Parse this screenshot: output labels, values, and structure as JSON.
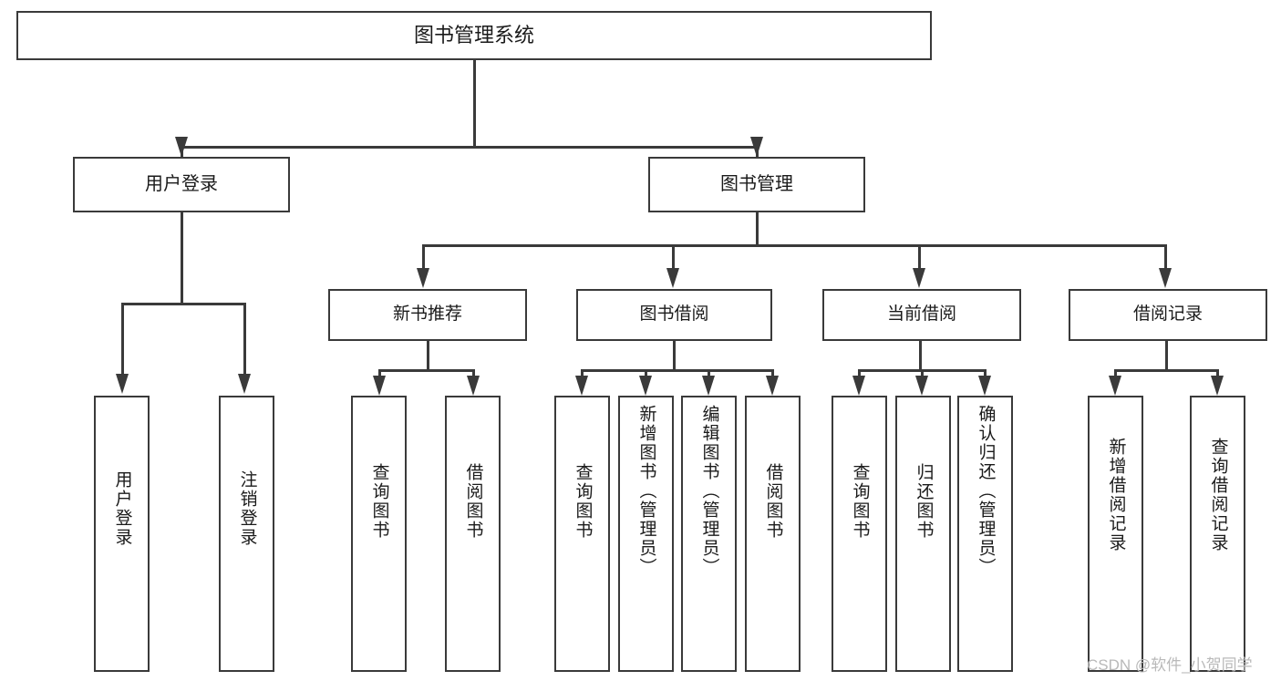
{
  "diagram": {
    "type": "tree",
    "title": "图书管理系统",
    "watermark": "CSDN @软件_小贺同学",
    "colors": {
      "background": "#ffffff",
      "stroke": "#3a3a3a",
      "text": "#1a1a1a",
      "watermark": "#b9b9b9"
    },
    "root": {
      "label": "图书管理系统"
    },
    "level2": [
      {
        "label": "用户登录"
      },
      {
        "label": "图书管理"
      }
    ],
    "level3": [
      {
        "label": "新书推荐"
      },
      {
        "label": "图书借阅"
      },
      {
        "label": "当前借阅"
      },
      {
        "label": "借阅记录"
      }
    ],
    "leaves": {
      "user_login": [
        {
          "label": "用户登录"
        },
        {
          "label": "注销登录"
        }
      ],
      "new_book_recommend": [
        {
          "label": "查询图书"
        },
        {
          "label": "借阅图书"
        }
      ],
      "book_borrow": [
        {
          "label": "查询图书"
        },
        {
          "label": "新增图书（管理员）"
        },
        {
          "label": "编辑图书（管理员）"
        },
        {
          "label": "借阅图书"
        }
      ],
      "current_borrow": [
        {
          "label": "查询图书"
        },
        {
          "label": "归还图书"
        },
        {
          "label": "确认归还（管理员）"
        }
      ],
      "borrow_record": [
        {
          "label": "新增借阅记录"
        },
        {
          "label": "查询借阅记录"
        }
      ]
    }
  }
}
